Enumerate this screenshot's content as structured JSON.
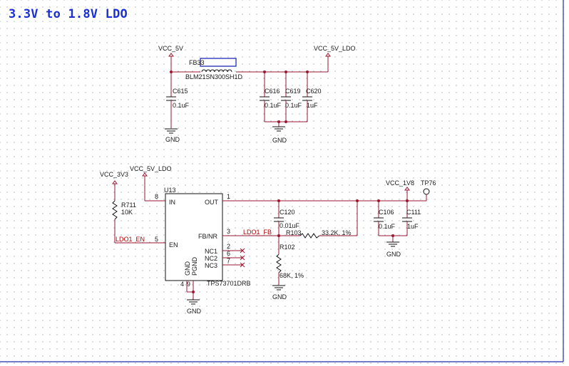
{
  "title": "3.3V to 1.8V LDO",
  "colors": {
    "wire": "#9b1630",
    "text": "#1a1a1a",
    "net_label": "#b00000",
    "title": "#1b2fd6",
    "border": "#1e2bb0"
  },
  "power_rails": {
    "vcc_5v": "VCC_5V",
    "vcc_5v_ldo_top": "VCC_5V_LDO",
    "vcc_3v3": "VCC_3V3",
    "vcc_5v_ldo_left": "VCC_5V_LDO",
    "vcc_1v8": "VCC_1V8"
  },
  "test_point": "TP76",
  "gnd_label": "GND",
  "ferrite": {
    "ref": "FB33",
    "part": "BLM21SN300SH1D"
  },
  "capacitors": {
    "c615": {
      "ref": "C615",
      "value": "0.1uF"
    },
    "c616": {
      "ref": "C616",
      "value": "0.1uF"
    },
    "c619": {
      "ref": "C619",
      "value": "0.1uF"
    },
    "c620": {
      "ref": "C620",
      "value": "1uF"
    },
    "c120": {
      "ref": "C120",
      "value": "0.01uF"
    },
    "c106": {
      "ref": "C106",
      "value": "0.1uF"
    },
    "c111": {
      "ref": "C111",
      "value": "1uF"
    }
  },
  "resistors": {
    "r711": {
      "ref": "R711",
      "value": "10K"
    },
    "r103": {
      "ref": "R103",
      "value": "33.2K, 1%"
    },
    "r102": {
      "ref": "R102",
      "value": "68K, 1%"
    }
  },
  "ic": {
    "ref": "U13",
    "part": "TPS73701DRB",
    "pins": {
      "in": {
        "name": "IN",
        "num": "8"
      },
      "out": {
        "name": "OUT",
        "num": "1"
      },
      "en": {
        "name": "EN",
        "num": "5"
      },
      "fb": {
        "name": "FB/NR",
        "num": "3"
      },
      "nc1": {
        "name": "NC1",
        "num": "2"
      },
      "nc2": {
        "name": "NC2",
        "num": "6"
      },
      "nc3": {
        "name": "NC3",
        "num": "7"
      },
      "gnd": {
        "name": "GND",
        "num": "4"
      },
      "pgnd": {
        "name": "PGND",
        "num": "9"
      }
    }
  },
  "nets": {
    "en": "LDO1_EN",
    "fb": "LDO1_FB"
  }
}
